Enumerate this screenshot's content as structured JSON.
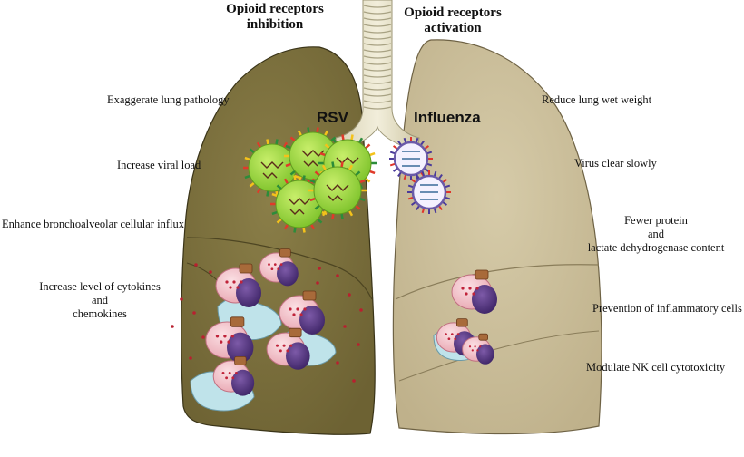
{
  "headings": {
    "left": [
      "Opioid receptors",
      "inhibition"
    ],
    "right": [
      "Opioid receptors",
      "activation"
    ]
  },
  "viruses": {
    "left": "RSV",
    "right": "Influenza"
  },
  "left_effects": [
    [
      "Exaggerate lung pathology"
    ],
    [
      "Increase viral load"
    ],
    [
      "Enhance bronchoalveolar cellular influx"
    ],
    [
      "Increase level of cytokines",
      "and",
      "chemokines"
    ]
  ],
  "right_effects": [
    [
      "Reduce lung wet weight"
    ],
    [
      "Virus clear slowly"
    ],
    [
      "Fewer protein",
      "and",
      "lactate dehydrogenase content"
    ],
    [
      "Prevention of inflammatory cells"
    ],
    [
      "Modulate NK cell cytotoxicity"
    ]
  ],
  "colors": {
    "left_lung": "#7a6e3c",
    "right_lung": "#c9bb97",
    "rsv_virus": "#8fcf3a",
    "influenza_virus": "#6a5aa8"
  }
}
